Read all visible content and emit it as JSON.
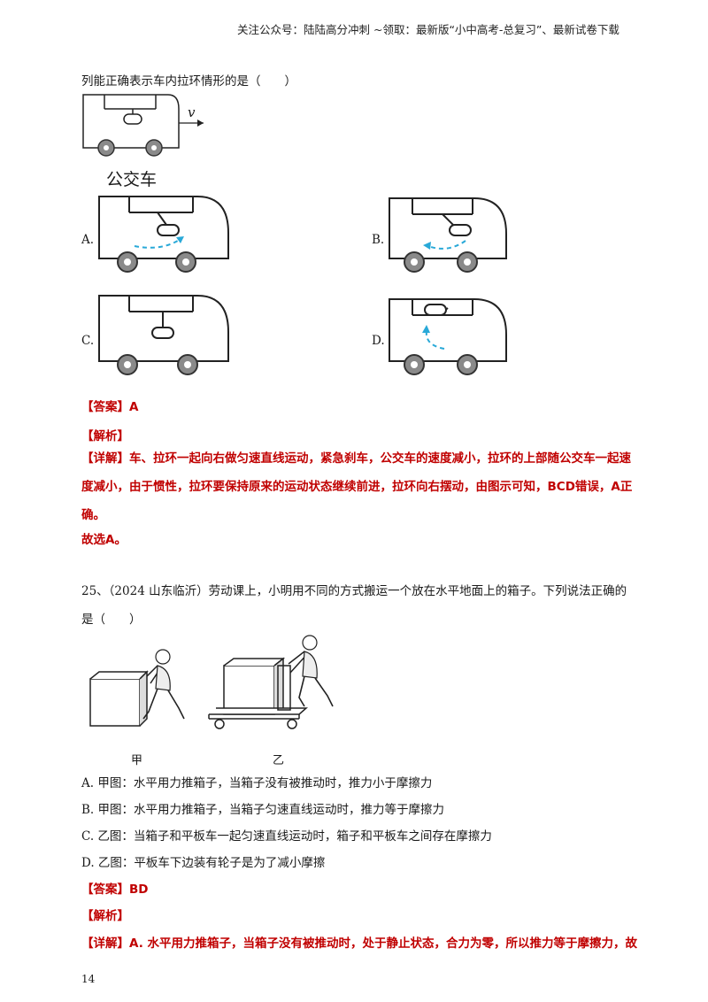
{
  "header": {
    "text": "关注公众号：陆陆高分冲刺  ~领取：最新版“小中高考-总复习”、最新试卷下载"
  },
  "q24": {
    "stem_tail": "列能正确表示车内拉环情形的是（　　）",
    "velocity_symbol": "v",
    "bus_caption": "公交车",
    "option_labels": [
      "A.",
      "B.",
      "C.",
      "D."
    ],
    "answer_label": "【答案】",
    "answer_value": "A",
    "analysis_label": "【解析】",
    "detail": "【详解】车、拉环一起向右做匀速直线运动，紧急刹车，公交车的速度减小，拉环的上部随公交车一起速度减小，由于惯性，拉环要保持原来的运动状态继续前进，拉环向右摆动，由图示可知，BCD错误，A正确。",
    "conclusion": "故选A。"
  },
  "q25": {
    "stem": "25、（2024 山东临沂）劳动课上，小明用不同的方式搬运一个放在水平地面上的箱子。下列说法正确的是（　　）",
    "fig_label_left": "甲",
    "fig_label_right": "乙",
    "options": [
      "A. 甲图：水平用力推箱子，当箱子没有被推动时，推力小于摩擦力",
      "B. 甲图：水平用力推箱子，当箱子匀速直线运动时，推力等于摩擦力",
      "C. 乙图：当箱子和平板车一起匀速直线运动时，箱子和平板车之间存在摩擦力",
      "D. 乙图：平板车下边装有轮子是为了减小摩擦"
    ],
    "answer_label": "【答案】",
    "answer_value": "BD",
    "analysis_label": "【解析】",
    "detail": "【详解】A. 水平用力推箱子，当箱子没有被推动时，处于静止状态，合力为零，所以推力等于摩擦力，故"
  },
  "page_number": "14",
  "colors": {
    "answer_red": "#c00000",
    "arrow_blue": "#29a9d8",
    "wheel_gray": "#8a8a8a"
  }
}
